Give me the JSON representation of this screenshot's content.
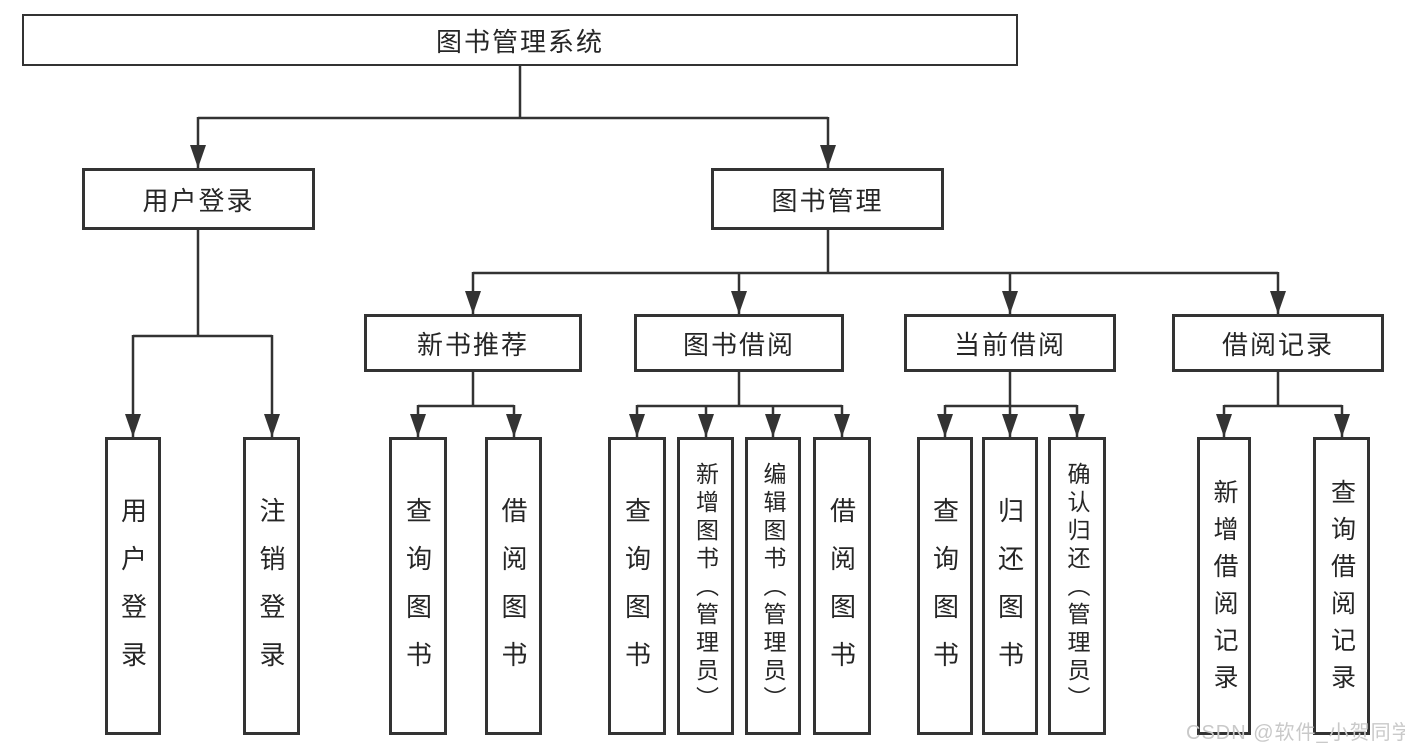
{
  "colors": {
    "line": "#333333",
    "text": "#262626",
    "node_fill": "#ffffff",
    "watermark": "#c9c9c9",
    "background": "#ffffff"
  },
  "watermark": {
    "text": "CSDN @软件_小贺同学"
  },
  "tree": {
    "root": {
      "label": "图书管理系统",
      "children": [
        {
          "label": "用户登录",
          "children": [
            {
              "label": "用户登录"
            },
            {
              "label": "注销登录"
            }
          ]
        },
        {
          "label": "图书管理",
          "children": [
            {
              "label": "新书推荐",
              "children": [
                {
                  "label": "查询图书"
                },
                {
                  "label": "借阅图书"
                }
              ]
            },
            {
              "label": "图书借阅",
              "children": [
                {
                  "label": "查询图书"
                },
                {
                  "label": "新增图书（管理员）"
                },
                {
                  "label": "编辑图书（管理员）"
                },
                {
                  "label": "借阅图书"
                }
              ]
            },
            {
              "label": "当前借阅",
              "children": [
                {
                  "label": "查询图书"
                },
                {
                  "label": "归还图书"
                },
                {
                  "label": "确认归还（管理员）"
                }
              ]
            },
            {
              "label": "借阅记录",
              "children": [
                {
                  "label": "新增借阅记录"
                },
                {
                  "label": "查询借阅记录"
                }
              ]
            }
          ]
        }
      ]
    }
  }
}
